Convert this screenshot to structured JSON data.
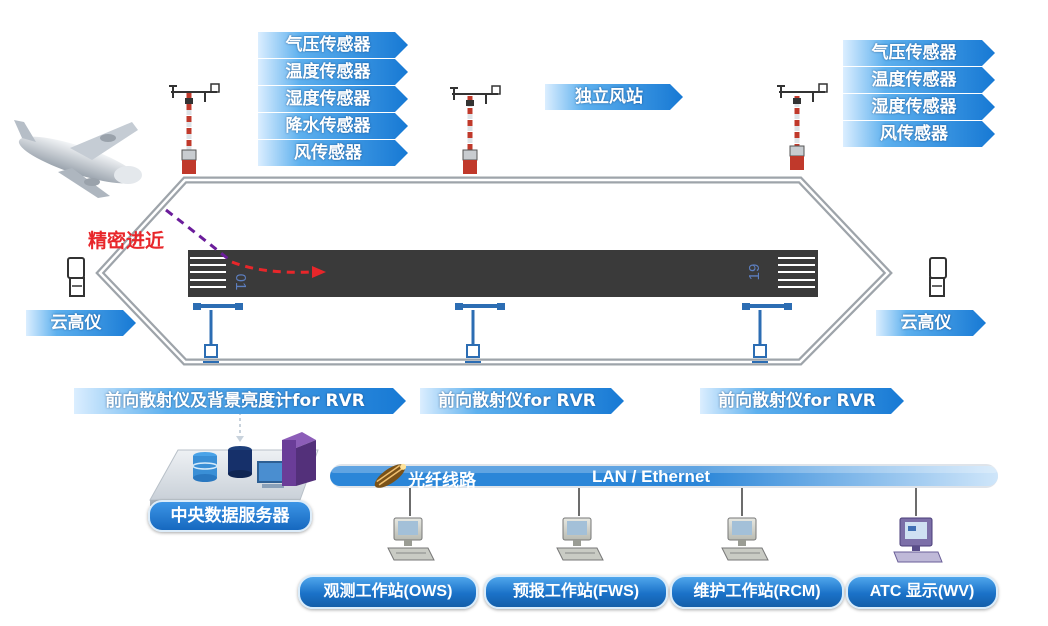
{
  "sensors_left": [
    "气压传感器",
    "温度传感器",
    "湿度传感器",
    "降水传感器",
    "风传感器"
  ],
  "sensors_right": [
    "气压传感器",
    "温度传感器",
    "湿度传感器",
    "风传感器"
  ],
  "wind_station": "独立风站",
  "ceilometer_left": "云高仪",
  "ceilometer_right": "云高仪",
  "precision_approach": "精密进近",
  "runway_marks": {
    "left": "01",
    "right": "19"
  },
  "rvr_labels": [
    "前向散射仪及背景亮度计for RVR",
    "前向散射仪for RVR",
    "前向散射仪for RVR"
  ],
  "fiber_line": "光纤线路",
  "lan": "LAN / Ethernet",
  "server": "中央数据服务器",
  "workstations": [
    "观测工作站(OWS)",
    "预报工作站(FWS)",
    "维护工作站(RCM)",
    "ATC 显示(WV)"
  ],
  "colors": {
    "label_blue": "#1779d4",
    "runway": "#3a3a3a",
    "approach_red": "#e8262a",
    "approach_purple": "#6b1d9b",
    "lan_bar": "#2b86d8"
  }
}
